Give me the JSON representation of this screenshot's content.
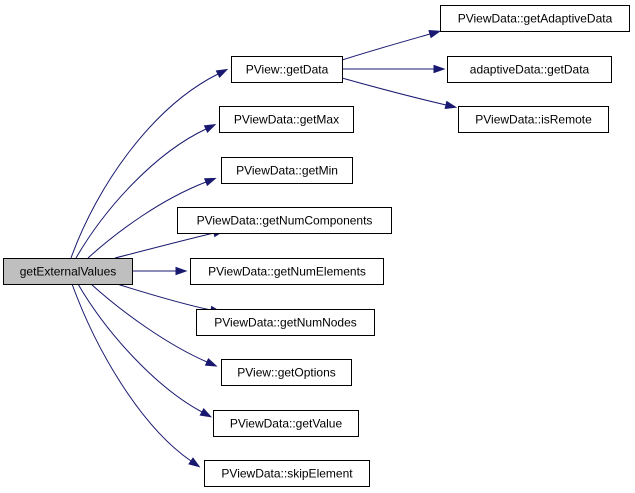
{
  "graph": {
    "colors": {
      "edge": "#191970",
      "node_fill": "#ffffff",
      "root_fill": "#bfbfbf",
      "node_stroke": "#000000"
    },
    "nodes": {
      "root": "getExternalValues",
      "pview_getdata": "PView::getData",
      "getmax": "PViewData::getMax",
      "getmin": "PViewData::getMin",
      "getnumcomponents": "PViewData::getNumComponents",
      "getnumelements": "PViewData::getNumElements",
      "getnumnodes": "PViewData::getNumNodes",
      "getoptions": "PView::getOptions",
      "getvalue": "PViewData::getValue",
      "skipelement": "PViewData::skipElement",
      "getadaptivedata": "PViewData::getAdaptiveData",
      "adaptive_getdata": "adaptiveData::getData",
      "isremote": "PViewData::isRemote"
    },
    "edges": [
      [
        "root",
        "pview_getdata"
      ],
      [
        "root",
        "getmax"
      ],
      [
        "root",
        "getmin"
      ],
      [
        "root",
        "getnumcomponents"
      ],
      [
        "root",
        "getnumelements"
      ],
      [
        "root",
        "getnumnodes"
      ],
      [
        "root",
        "getoptions"
      ],
      [
        "root",
        "getvalue"
      ],
      [
        "root",
        "skipelement"
      ],
      [
        "pview_getdata",
        "getadaptivedata"
      ],
      [
        "pview_getdata",
        "adaptive_getdata"
      ],
      [
        "pview_getdata",
        "isremote"
      ]
    ]
  }
}
